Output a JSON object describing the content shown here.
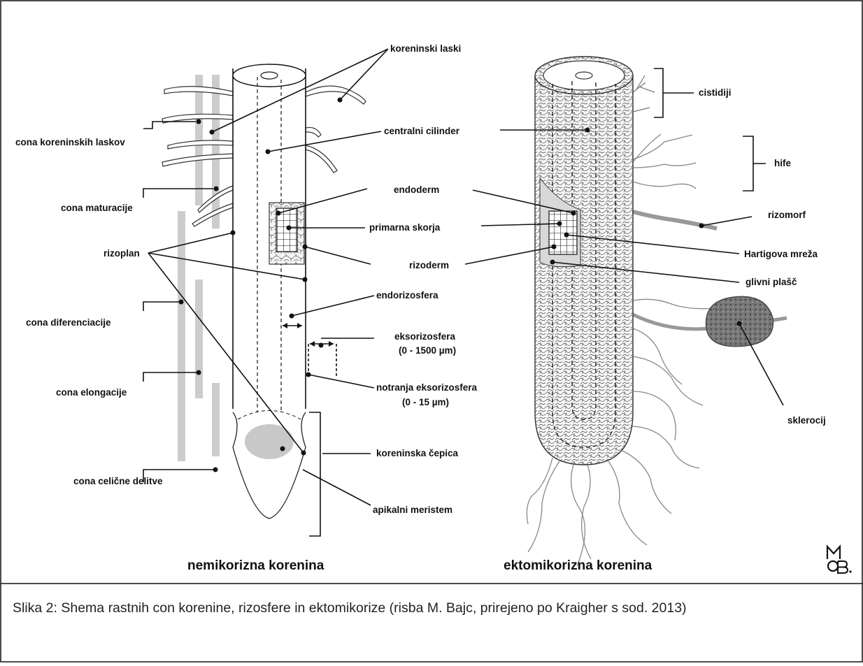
{
  "labels": {
    "koreninski_laski": "koreninski laski",
    "cona_koreninskih_laskov": "cona koreninskih laskov",
    "centralni_cilinder": "centralni cilinder",
    "cona_maturacije": "cona maturacije",
    "endoderm": "endoderm",
    "primarna_skorja": "primarna skorja",
    "rizoplan": "rizoplan",
    "rizoderm": "rizoderm",
    "endorizosfera": "endorizosfera",
    "cona_diferenciacije": "cona diferenciacije",
    "eksorizosfera": "eksorizosfera",
    "eksorizosfera_range": "(0 - 1500 µm)",
    "cona_elongacije": "cona elongacije",
    "notranja_eksorizosfera": "notranja eksorizosfera",
    "notranja_eksorizosfera_range": "(0 - 15 µm)",
    "koreninska_cepica": "koreninska čepica",
    "cona_celicne_delitve": "cona celične delitve",
    "apikalni_meristem": "apikalni meristem",
    "cistidiji": "cistidiji",
    "hife": "hife",
    "rizomorf": "rizomorf",
    "hartigova_mreza": "Hartigova mreža",
    "glivni_plasc": "glivni plašč",
    "sklerocij": "sklerocij"
  },
  "titles": {
    "left": "nemikorizna korenina",
    "right": "ektomikorizna korenina"
  },
  "logo_text": "MOB",
  "caption": "Slika 2: Shema rastnih con korenine, rizosfere  in ektomikorize (risba M. Bajc, prirejeno po Kraigher s sod. 2013)"
}
